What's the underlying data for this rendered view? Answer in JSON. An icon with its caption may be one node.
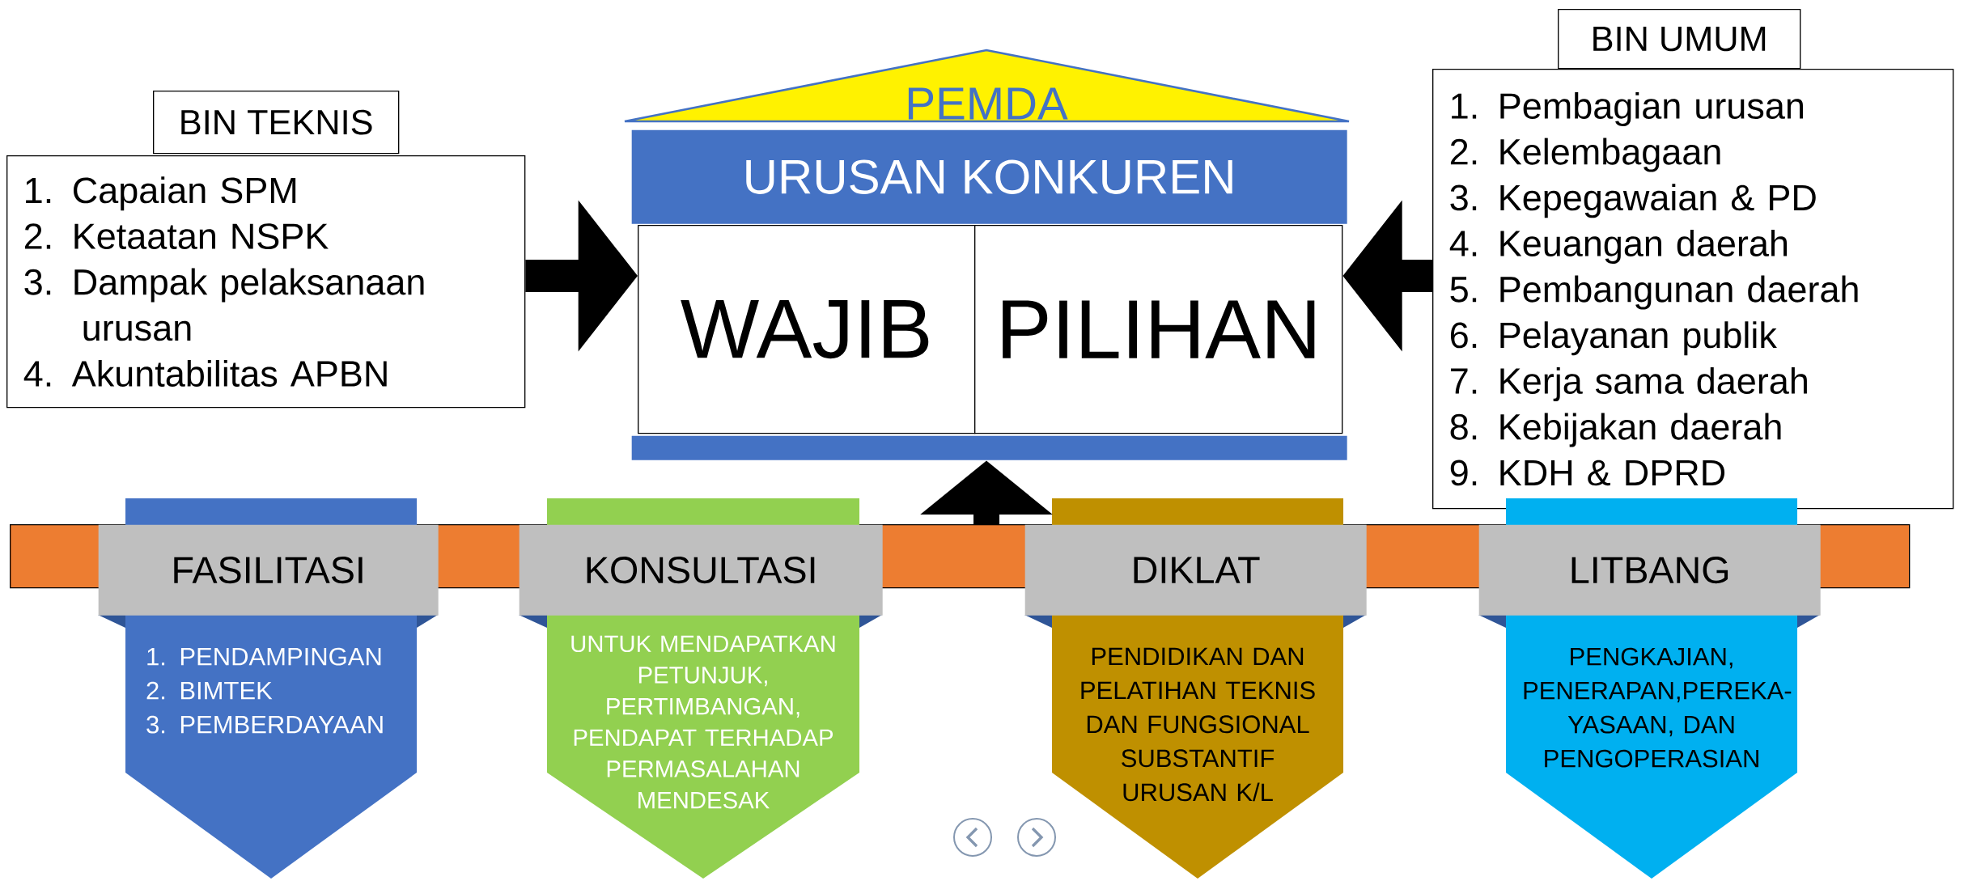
{
  "diagram": {
    "nodes": [
      {
        "text": [
          "BIN TEKNIS"
        ]
      },
      {
        "text": [
          "1. Capaian SPM",
          "2. Ketaatan NSPK",
          "3. Dampak pelaksanaan urusan",
          "4. Akuntabilitas APBN"
        ]
      },
      {
        "text": [
          "PEMDA"
        ]
      },
      {
        "text": [
          "URUSAN KONKUREN"
        ]
      },
      {
        "text": [
          "WAJIB"
        ]
      },
      {
        "text": [
          "PILIHAN"
        ]
      },
      {
        "text": [],
        "shape": "bar"
      },
      {
        "text": [
          "BIN UMUM"
        ]
      },
      {
        "text": [
          "1. Pembagian urusan",
          "2. Kelembagaan",
          "3. Kepegawaian & PD",
          "4. Keuangan daerah",
          "5. Pembangunan daerah",
          "6. Pelayanan publik",
          "7. Kerja sama daerah",
          "8. Kebijakan daerah",
          "9. KDH & DPRD"
        ]
      },
      {
        "text": [],
        "shape": "bar"
      },
      {
        "text": [
          "FASILITASI"
        ]
      },
      {
        "text": [
          "1. PENDAMPINGAN",
          "2. BIMTEK",
          "3. PEMBERDAYAAN"
        ]
      },
      {
        "text": [
          "KONSULTASI"
        ]
      },
      {
        "text": [
          "UNTUK MENDAPATKAN PETUNJUK, PERTIMBANGAN, PENDAPAT TERHADAP PERMASALAHAN MENDESAK"
        ]
      },
      {
        "text": [
          "DIKLAT"
        ]
      },
      {
        "text": [
          "PENDIDIKAN DAN PELATIHAN TEKNIS DAN FUNGSIONAL SUBSTANTIF URUSAN K/L"
        ]
      },
      {
        "text": [
          "LITBANG"
        ]
      },
      {
        "text": [
          "PENGKAJIAN, PENERAPAN,PEREKA-YASAAN, DAN PENGOPERASIAN"
        ]
      }
    ],
    "edges": [
      {
        "from": 1,
        "to": 4,
        "arrow": "to"
      },
      {
        "from": 8,
        "to": 5,
        "arrow": "to"
      },
      {
        "from": 9,
        "to": 6,
        "arrow": "to"
      }
    ]
  }
}
